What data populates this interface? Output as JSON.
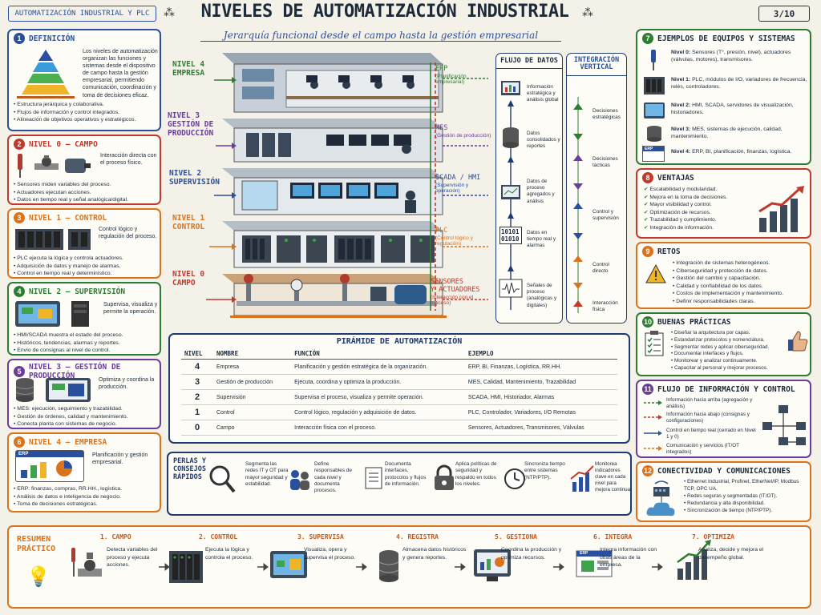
{
  "header": {
    "tag": "AUTOMATIZACIÓN INDUSTRIAL Y PLC",
    "title": "NIVELES DE AUTOMATIZACIÓN INDUSTRIAL",
    "subtitle": "Jerarquía funcional desde el campo hasta la gestión empresarial",
    "page": "3/10"
  },
  "colors": {
    "blue": "#2a4f9c",
    "red": "#c0392b",
    "orange": "#d9731c",
    "green": "#2e7d32",
    "purple": "#6a3d9a",
    "navy": "#1f3a6e"
  },
  "definicion": {
    "num": "1",
    "title": "DEFINICIÓN",
    "text": "Los niveles de automatización organizan las funciones y sistemas desde el dispositivo de campo hasta la gestión empresarial, permitiendo comunicación, coordinación y toma de decisiones eficaz.",
    "bullets": [
      "Estructura jerárquica y colaborativa.",
      "Flujos de información y control integrados.",
      "Alineación de objetivos operativos y estratégicos."
    ]
  },
  "nivel0": {
    "num": "2",
    "title": "NIVEL 0 – CAMPO",
    "text": "Interacción directa con el proceso físico.",
    "bullets": [
      "Sensores miden variables del proceso.",
      "Actuadores ejecutan acciones.",
      "Datos en tiempo real y señal analógica/digital."
    ]
  },
  "nivel1": {
    "num": "3",
    "title": "NIVEL 1 – CONTROL",
    "text": "Control lógico y regulación del proceso.",
    "bullets": [
      "PLC ejecuta la lógica y controla actuadores.",
      "Adquisición de datos y manejo de alarmas.",
      "Control en tiempo real y determinístico."
    ]
  },
  "nivel2": {
    "num": "4",
    "title": "NIVEL 2 – SUPERVISIÓN",
    "text": "Supervisa, visualiza y permite la operación.",
    "bullets": [
      "HMI/SCADA muestra el estado del proceso.",
      "Históricos, tendencias, alarmas y reportes.",
      "Envío de consignas al nivel de control."
    ]
  },
  "nivel3": {
    "num": "5",
    "title": "NIVEL 3 – GESTIÓN DE PRODUCCIÓN",
    "text": "Optimiza y coordina la producción.",
    "bullets": [
      "MES: ejecución, seguimiento y trazabilidad.",
      "Gestión de órdenes, calidad y mantenimiento.",
      "Conecta planta con sistemas de negocio."
    ]
  },
  "nivel4": {
    "num": "6",
    "title": "NIVEL 4 – EMPRESA",
    "text": "Planificación y gestión empresarial.",
    "erp": "ERP",
    "bullets": [
      "ERP: finanzas, compras, RR.HH., logística.",
      "Análisis de datos e inteligencia de negocio.",
      "Toma de decisiones estratégicas."
    ]
  },
  "diagram": {
    "levels": [
      {
        "label": "NIVEL 4\nEMPRESA",
        "sys": "ERP",
        "sub": "(Planificación empresarial)"
      },
      {
        "label": "NIVEL 3\nGESTIÓN DE\nPRODUCCIÓN",
        "sys": "MES",
        "sub": "(Gestión de producción)"
      },
      {
        "label": "NIVEL 2\nSUPERVISIÓN",
        "sys": "SCADA / HMI",
        "sub": "(Supervisión y operación)"
      },
      {
        "label": "NIVEL 1\nCONTROL",
        "sys": "PLC",
        "sub": "(Control lógico y regulación)"
      },
      {
        "label": "NIVEL 0\nCAMPO",
        "sys": "SENSORES\nY ACTUADORES",
        "sub": "(Interacción con el proceso)"
      }
    ],
    "flujo_title": "FLUJO DE DATOS",
    "flujo": [
      "Información estratégica y análisis global",
      "Datos consolidados y reportes",
      "Datos de proceso agregados y análisis",
      "Datos en tiempo real y alarmas",
      "Señales de proceso (analógicas y digitales)"
    ],
    "binary": "10101\n01010",
    "integ_title": "INTEGRACIÓN VERTICAL",
    "integ": [
      "Decisiones estratégicas",
      "Decisiones tácticas",
      "Control y supervisión",
      "Control directo",
      "Interacción física"
    ]
  },
  "piramide": {
    "title": "PIRÁMIDE DE AUTOMATIZACIÓN",
    "headers": [
      "NIVEL",
      "NOMBRE",
      "FUNCIÓN",
      "EJEMPLO"
    ],
    "rows": [
      [
        "4",
        "Empresa",
        "Planificación y gestión estratégica de la organización.",
        "ERP, BI, Finanzas, Logística, RR.HH."
      ],
      [
        "3",
        "Gestión de producción",
        "Ejecuta, coordina y optimiza la producción.",
        "MES, Calidad, Mantenimiento, Trazabilidad"
      ],
      [
        "2",
        "Supervisión",
        "Supervisa el proceso, visualiza y permite operación.",
        "SCADA, HMI, Historiador, Alarmas"
      ],
      [
        "1",
        "Control",
        "Control lógico, regulación y adquisición de datos.",
        "PLC, Controlador, Variadores, I/O Remotas"
      ],
      [
        "0",
        "Campo",
        "Interacción física con el proceso.",
        "Sensores, Actuadores, Transmisores, Válvulas"
      ]
    ]
  },
  "perlas": {
    "title": "PERLAS Y CONSEJOS RÁPIDOS",
    "items": [
      "Segmenta las redes IT y OT para mayor seguridad y estabilidad.",
      "Define responsables de cada nivel y documenta procesos.",
      "Documenta interfaces, protocolos y flujos de información.",
      "Aplica políticas de seguridad y respaldo en todos los niveles.",
      "Sincroniza tiempo entre sistemas (NTP/PTP).",
      "Monitorea indicadores clave en cada nivel para mejora continua."
    ]
  },
  "ejemplos": {
    "num": "7",
    "title": "EJEMPLOS DE EQUIPOS Y SISTEMAS",
    "erp": "ERP",
    "items": [
      {
        "k": "Nivel 0:",
        "v": "Sensores (T°, presión, nivel), actuadores (válvulas, motores), transmisores."
      },
      {
        "k": "Nivel 1:",
        "v": "PLC, módulos de I/O, variadores de frecuencia, relés, controladores."
      },
      {
        "k": "Nivel 2:",
        "v": "HMI, SCADA, servidores de visualización, historiadores."
      },
      {
        "k": "Nivel 3:",
        "v": "MES, sistemas de ejecución, calidad, mantenimiento."
      },
      {
        "k": "Nivel 4:",
        "v": "ERP, BI, planificación, finanzas, logística."
      }
    ]
  },
  "ventajas": {
    "num": "8",
    "title": "VENTAJAS",
    "items": [
      "Escalabilidad y modularidad.",
      "Mejora en la toma de decisiones.",
      "Mayor visibilidad y control.",
      "Optimización de recursos.",
      "Trazabilidad y cumplimiento.",
      "Integración de información."
    ]
  },
  "retos": {
    "num": "9",
    "title": "RETOS",
    "items": [
      "Integración de sistemas heterogéneos.",
      "Ciberseguridad y protección de datos.",
      "Gestión del cambio y capacitación.",
      "Calidad y confiabilidad de los datos.",
      "Costos de implementación y mantenimiento.",
      "Definir responsabilidades claras."
    ]
  },
  "buenas": {
    "num": "10",
    "title": "BUENAS PRÁCTICAS",
    "items": [
      "Diseñar la arquitectura por capas.",
      "Estandarizar protocolos y nomenclatura.",
      "Segmentar redes y aplicar ciberseguridad.",
      "Documentar interfaces y flujos.",
      "Monitorear y analizar continuamente.",
      "Capacitar al personal y mejorar procesos."
    ]
  },
  "flujo_ic": {
    "num": "11",
    "title": "FLUJO DE INFORMACIÓN Y CONTROL",
    "items": [
      "Información hacia arriba (agregación y análisis)",
      "Información hacia abajo (consignas y configuraciones)",
      "Control en tiempo real (cerrado en Nivel 1 y 0)",
      "Comunicación y servicios (IT/OT integrados)"
    ]
  },
  "conectividad": {
    "num": "12",
    "title": "CONECTIVIDAD Y COMUNICACIONES",
    "items": [
      "Ethernet Industrial, Profinet, EtherNet/IP, Modbus TCP, OPC UA.",
      "Redes seguras y segmentadas (IT/OT).",
      "Redundancia y alta disponibilidad.",
      "Sincronización de tiempo (NTP/PTP)."
    ]
  },
  "resumen": {
    "title": "RESUMEN PRÁCTICO",
    "erp": "ERP",
    "steps": [
      {
        "t": "1. CAMPO",
        "d": "Detecta variables del proceso y ejecuta acciones."
      },
      {
        "t": "2. CONTROL",
        "d": "Ejecuta la lógica y controla el proceso."
      },
      {
        "t": "3. SUPERVISA",
        "d": "Visualiza, opera y supervisa el proceso."
      },
      {
        "t": "4. REGISTRA",
        "d": "Almacena datos históricos y genera reportes."
      },
      {
        "t": "5. GESTIONA",
        "d": "Coordina la producción y optimiza recursos."
      },
      {
        "t": "6. INTEGRA",
        "d": "Integra información con otras áreas de la empresa."
      },
      {
        "t": "7. OPTIMIZA",
        "d": "Analiza, decide y mejora el desempeño global."
      }
    ]
  }
}
